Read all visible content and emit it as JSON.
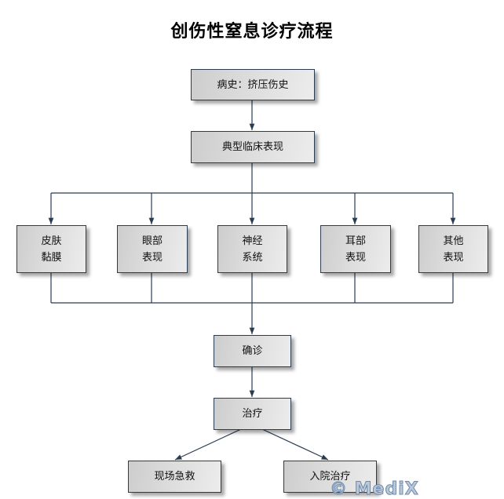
{
  "title": "创伤性窒息诊疗流程",
  "nodes": {
    "history": {
      "lines": [
        "病史：挤压伤史"
      ]
    },
    "typical": {
      "lines": [
        "典型临床表现"
      ]
    },
    "skin": {
      "lines": [
        "皮肤",
        "黏膜"
      ]
    },
    "eye": {
      "lines": [
        "眼部",
        "表现"
      ]
    },
    "nerve": {
      "lines": [
        "神经",
        "系统"
      ]
    },
    "ear": {
      "lines": [
        "耳部",
        "表现"
      ]
    },
    "other": {
      "lines": [
        "其他",
        "表现"
      ]
    },
    "diagnosis": {
      "lines": [
        "确诊"
      ]
    },
    "treatment": {
      "lines": [
        "治疗"
      ]
    },
    "onsite": {
      "lines": [
        "现场急救"
      ]
    },
    "hospital": {
      "lines": [
        "入院治疗"
      ]
    }
  },
  "edges": [
    [
      "history",
      "typical"
    ],
    [
      "typical",
      "skin"
    ],
    [
      "typical",
      "eye"
    ],
    [
      "typical",
      "nerve"
    ],
    [
      "typical",
      "ear"
    ],
    [
      "typical",
      "other"
    ],
    [
      "skin",
      "diagnosis"
    ],
    [
      "eye",
      "diagnosis"
    ],
    [
      "nerve",
      "diagnosis"
    ],
    [
      "ear",
      "diagnosis"
    ],
    [
      "other",
      "diagnosis"
    ],
    [
      "diagnosis",
      "treatment"
    ],
    [
      "treatment",
      "onsite"
    ],
    [
      "treatment",
      "hospital"
    ]
  ],
  "colors": {
    "line": "#2a3c52",
    "box_border": "#2a3c52",
    "watermark": "#b9c9dc"
  },
  "watermark": "© MediX"
}
